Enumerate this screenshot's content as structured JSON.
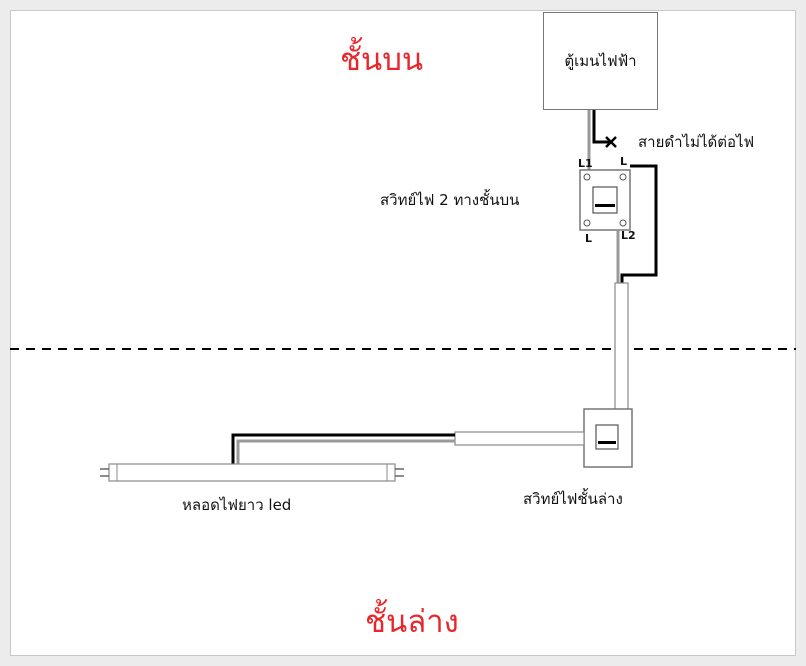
{
  "floors": {
    "upper": "ชั้นบน",
    "lower": "ชั้นล่าง"
  },
  "main_panel": {
    "label": "ตู้เมนไฟฟ้า"
  },
  "annotations": {
    "black_wire_not_connected": "สายดำไม่ได้ต่อไฟ",
    "upper_switch": "สวิทย์ไฟ 2 ทางชั้นบน",
    "lower_switch": "สวิทย์ไฟชั้นล่าง",
    "lamp": "หลอดไฟยาว led"
  },
  "terminals": {
    "l1": "L1",
    "l_top": "L",
    "l_bottom": "L",
    "l2": "L2"
  },
  "colors": {
    "title_red": "#e8262b",
    "wire_black": "#000000",
    "wire_gray": "#999999",
    "conduit_border": "#888888"
  }
}
